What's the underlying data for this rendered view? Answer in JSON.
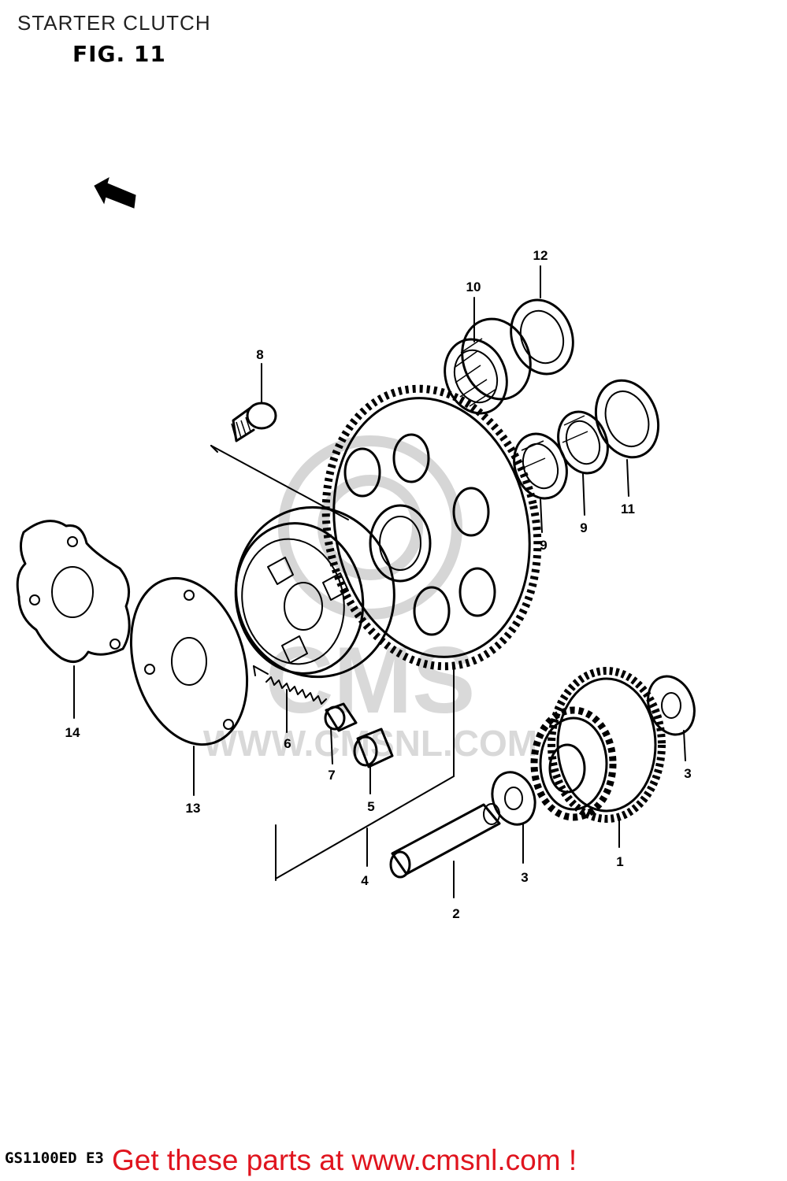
{
  "header": {
    "title": "STARTER CLUTCH",
    "figure": "FIG. 11"
  },
  "watermark": {
    "brand": "CMS",
    "url": "WWW.CMSNL.COM"
  },
  "callouts": [
    {
      "id": "c1",
      "label": "1"
    },
    {
      "id": "c2",
      "label": "2"
    },
    {
      "id": "c3a",
      "label": "3"
    },
    {
      "id": "c3b",
      "label": "3"
    },
    {
      "id": "c4",
      "label": "4"
    },
    {
      "id": "c5",
      "label": "5"
    },
    {
      "id": "c6",
      "label": "6"
    },
    {
      "id": "c7",
      "label": "7"
    },
    {
      "id": "c8",
      "label": "8"
    },
    {
      "id": "c9a",
      "label": "9"
    },
    {
      "id": "c9b",
      "label": "9"
    },
    {
      "id": "c10",
      "label": "10"
    },
    {
      "id": "c11",
      "label": "11"
    },
    {
      "id": "c12",
      "label": "12"
    },
    {
      "id": "c13",
      "label": "13"
    },
    {
      "id": "c14",
      "label": "14"
    }
  ],
  "footer": {
    "model": "GS1100ED E3",
    "cta": "Get these parts at www.cmsnl.com !",
    "cta_color": "#e0141e"
  }
}
